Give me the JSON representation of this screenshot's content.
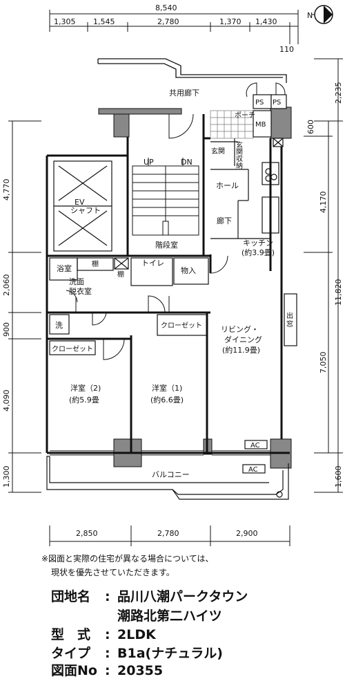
{
  "compass": {
    "north_label": "N"
  },
  "dimensions": {
    "top_total": "8,540",
    "top_segments": [
      "1,305",
      "1,545",
      "2,780",
      "1,370",
      "1,430"
    ],
    "top_small": "110",
    "right_outer": [
      "2,235",
      "11,820",
      "1,600"
    ],
    "right_inner": [
      "600",
      "4,170",
      "7,050"
    ],
    "left": [
      "4,770",
      "2,060",
      "900",
      "4,090",
      "1,300"
    ],
    "bottom": [
      "2,850",
      "2,780",
      "2,900"
    ]
  },
  "rooms": {
    "corridor": "共用廊下",
    "porch": "ポーチ",
    "ps1": "PS",
    "ps2": "PS",
    "mb": "MB",
    "entrance": "玄関",
    "storage": [
      "玄",
      "関",
      "収",
      "納"
    ],
    "hall": "ホール",
    "hallway": "廊下",
    "up": "UP",
    "dn": "DN",
    "stairs": "階段室",
    "ev": [
      "EV",
      "シャフト"
    ],
    "kitchen": [
      "キッチン",
      "(約3.9畳)"
    ],
    "bath": "浴室",
    "shelf1": "棚",
    "shelf2": "棚",
    "toilet": "トイレ",
    "closet_store": "物入",
    "washroom": [
      "洗面",
      "脱衣室"
    ],
    "washer": "洗",
    "window_bay": [
      "出",
      "窓"
    ],
    "closet1": "クローゼット",
    "closet2": "クローゼット",
    "living": [
      "リビング・",
      "ダイニング",
      "(約11.9畳)"
    ],
    "western2": [
      "洋室（2)",
      "(約5.9畳"
    ],
    "western1": [
      "洋室（1)",
      "(約6.6畳)"
    ],
    "balcony": "バルコニー",
    "ac1": "AC",
    "ac2": "AC"
  },
  "note": [
    "※図面と実際の住宅が異なる場合については、",
    "現状を優先させていただきます。"
  ],
  "info": [
    {
      "label": "団地名",
      "value": "品川八潮パークタウン"
    },
    {
      "label": "",
      "value": "潮路北第二ハイツ"
    },
    {
      "label": "型　式",
      "value": "2LDK"
    },
    {
      "label": "タイプ",
      "value": "B1a(ナチュラル)"
    },
    {
      "label": "図面No",
      "value": "20355"
    }
  ]
}
